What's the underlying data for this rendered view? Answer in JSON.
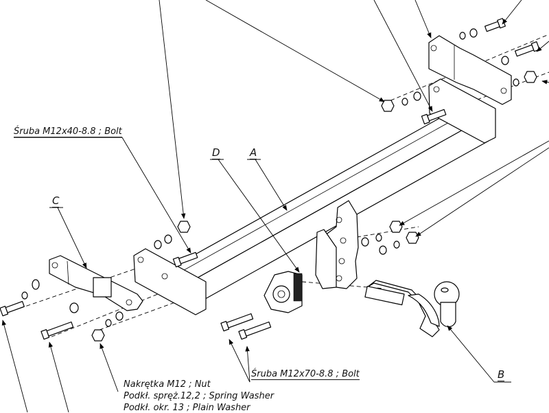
{
  "labels": {
    "bolt_m12x40": "Śruba M12x40-8.8 ;  Bolt",
    "bolt_m12x70": "Śruba M12x70-8.8 ;  Bolt",
    "part_a": "A",
    "part_b": "B",
    "part_c": "C",
    "part_d": "D",
    "nut_line": "Nakrętka  M12 ; Nut",
    "spring_washer_line": "Podkł. spręż.12,2 ; Spring Washer",
    "plain_washer_line": "Podkł. okr. 13 ; Plain Washer"
  }
}
